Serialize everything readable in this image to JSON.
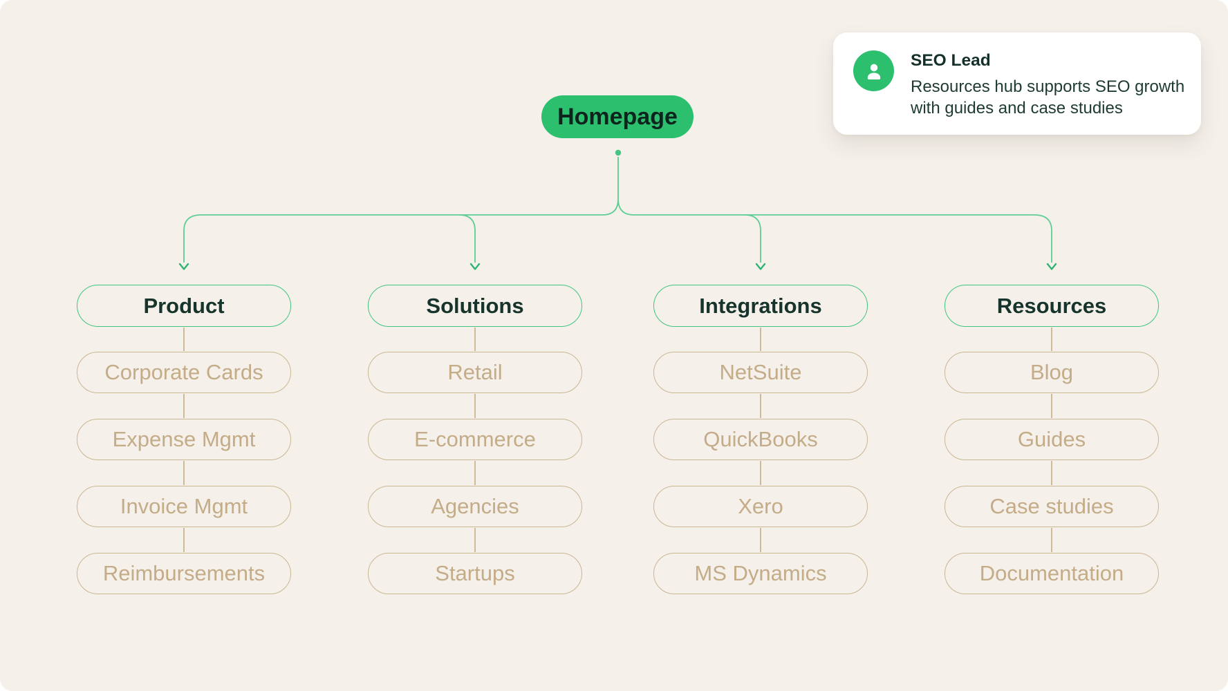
{
  "diagram": {
    "root": {
      "label": "Homepage"
    },
    "columns": [
      {
        "header": {
          "label": "Product"
        },
        "children": [
          {
            "label": "Corporate Cards"
          },
          {
            "label": "Expense Mgmt"
          },
          {
            "label": "Invoice Mgmt"
          },
          {
            "label": "Reimbursements"
          }
        ]
      },
      {
        "header": {
          "label": "Solutions"
        },
        "children": [
          {
            "label": "Retail"
          },
          {
            "label": "E-commerce"
          },
          {
            "label": "Agencies"
          },
          {
            "label": "Startups"
          }
        ]
      },
      {
        "header": {
          "label": "Integrations"
        },
        "children": [
          {
            "label": "NetSuite"
          },
          {
            "label": "QuickBooks"
          },
          {
            "label": "Xero"
          },
          {
            "label": "MS Dynamics"
          }
        ]
      },
      {
        "header": {
          "label": "Resources"
        },
        "children": [
          {
            "label": "Blog"
          },
          {
            "label": "Guides"
          },
          {
            "label": "Case studies"
          },
          {
            "label": "Documentation"
          }
        ]
      }
    ]
  },
  "callout": {
    "title": "SEO Lead",
    "avatar_icon": "person-icon",
    "description": {
      "line1": "Resources hub supports SEO growth",
      "line2": "with guides and case studies"
    }
  },
  "colors": {
    "background": "#f5f0ea",
    "homepage_fill": "#2cc06e",
    "homepage_text": "#0c241d",
    "header_border": "#3fc57f",
    "header_text": "#16342c",
    "child_border": "#cbb692",
    "child_text": "#c3ac87",
    "connector_green": "#5ecd93",
    "arrow_green": "#2fb472",
    "connector_tan": "#cbb590",
    "card_bg": "#ffffff",
    "card_title": "#14302a",
    "card_text": "#1d3b33"
  }
}
